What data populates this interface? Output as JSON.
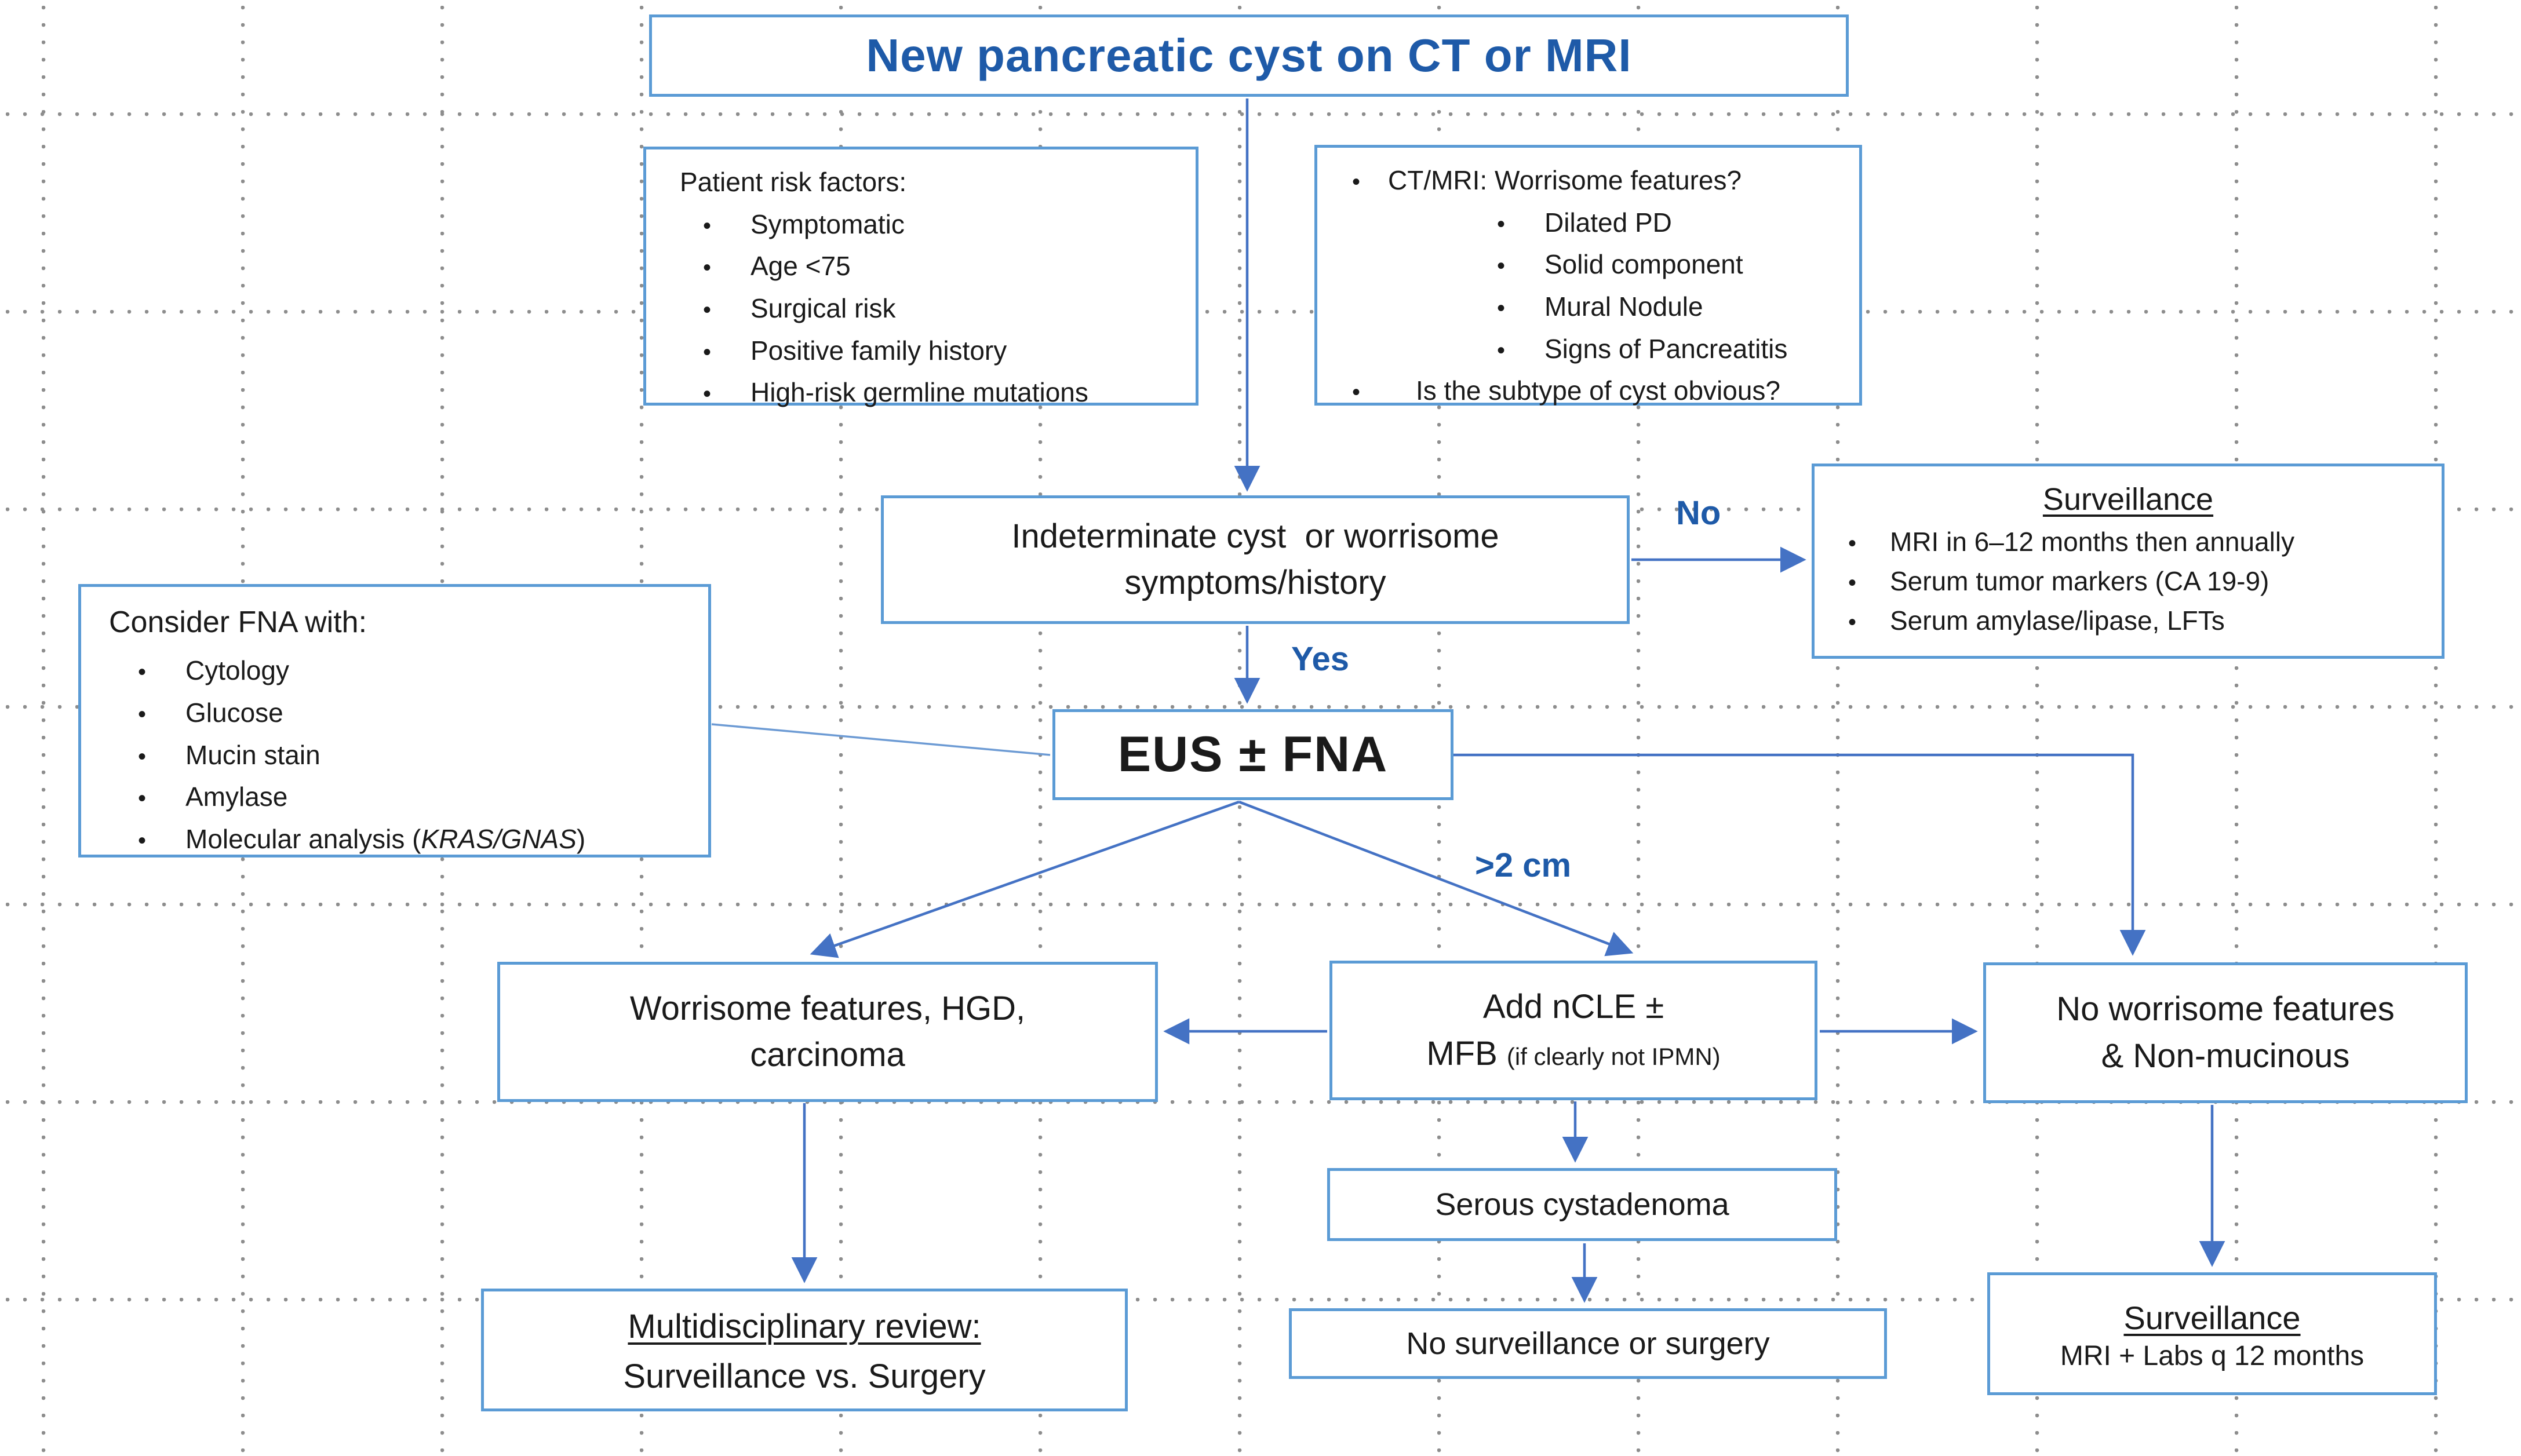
{
  "colors": {
    "box_border": "#5B9BD5",
    "arrow": "#4472C4",
    "label_blue": "#1E5AA8",
    "text": "#1a1a1a",
    "grid_dot": "#8d8d8d"
  },
  "nodes": {
    "title": {
      "text": "New pancreatic cyst on CT or MRI"
    },
    "patient_risk": {
      "heading": "Patient risk factors:",
      "bullets": [
        "Symptomatic",
        "Age <75",
        "Surgical risk",
        "Positive family history",
        "High-risk germline mutations"
      ]
    },
    "ct_mri": {
      "bullet1": "CT/MRI: Worrisome features?",
      "sub_bullets": [
        "Dilated PD",
        "Solid component",
        "Mural Nodule",
        "Signs of Pancreatitis"
      ],
      "bullet2": "Is the subtype of cyst obvious?"
    },
    "indeterminate": {
      "line1": "Indeterminate cyst  or worrisome",
      "line2": "symptoms/history"
    },
    "surveillance_top": {
      "heading": "Surveillance",
      "bullets": [
        "MRI in 6–12 months then annually",
        "Serum tumor markers (CA 19-9)",
        "Serum amylase/lipase, LFTs"
      ]
    },
    "consider_fna": {
      "heading": "Consider FNA with:",
      "bullets": [
        "Cytology",
        "Glucose",
        "Mucin stain",
        "Amylase",
        {
          "pre": "Molecular analysis (",
          "italic": "KRAS/GNAS",
          "post": ")"
        }
      ]
    },
    "eus": {
      "text": "EUS ± FNA"
    },
    "worrisome": {
      "line1": "Worrisome features, HGD,",
      "line2": "carcinoma"
    },
    "ncle": {
      "line1": "Add nCLE ±",
      "line2_main": "MFB ",
      "line2_small": "(if clearly not IPMN)"
    },
    "no_worrisome": {
      "line1": "No worrisome features",
      "line2": "& Non-mucinous"
    },
    "serous": {
      "text": "Serous cystadenoma"
    },
    "no_surveillance": {
      "text": "No surveillance or surgery"
    },
    "multidisciplinary": {
      "line1": "Multidisciplinary review:",
      "line2": "Surveillance vs. Surgery"
    },
    "surveillance_bottom": {
      "heading": "Surveillance",
      "line2": "MRI + Labs q 12 months"
    }
  },
  "edge_labels": {
    "no": "No",
    "yes": "Yes",
    "size": ">2 cm"
  }
}
